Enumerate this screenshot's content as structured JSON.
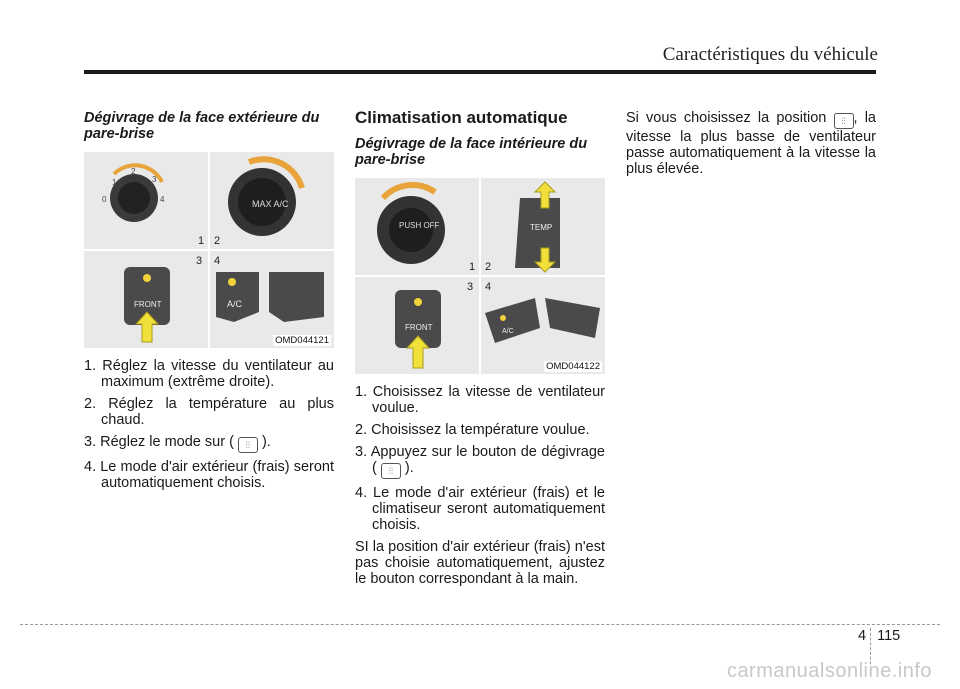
{
  "header": {
    "title": "Caractéristiques du véhicule"
  },
  "col1": {
    "subtitle": "Dégivrage de la face extérieure du pare-brise",
    "figure": {
      "code": "OMD044121",
      "labels": [
        "1",
        "2",
        "3",
        "4"
      ],
      "dial_numbers": [
        "0",
        "1",
        "2",
        "3",
        "4"
      ],
      "ac_label": "A/C",
      "max_ac": "MAX A/C",
      "front": "FRONT"
    },
    "steps": [
      "1. Réglez la vitesse du ventilateur au maximum (extrême droite).",
      "2. Réglez la température au plus chaud.",
      "3. Réglez le mode sur (",
      "4. Le mode d'air extérieur (frais) seront automatiquement choisis."
    ],
    "step3_end": ")."
  },
  "col2": {
    "title": "Climatisation automatique",
    "subtitle": "Dégivrage de la face intérieure du pare-brise",
    "figure": {
      "code": "OMD044122",
      "labels": [
        "1",
        "2",
        "3",
        "4"
      ],
      "push_off": "PUSH OFF",
      "temp": "TEMP",
      "front": "FRONT",
      "ac_label": "A/C"
    },
    "steps": [
      "1. Choisissez la vitesse de ventilateur voulue.",
      "2. Choisissez la température voulue.",
      "3. Appuyez sur le bouton de dégivrage (",
      "4. Le mode d'air extérieur (frais) et le climatiseur seront automatiquement choisis."
    ],
    "step3_end": ").",
    "paragraph": "SI la position d'air extérieur (frais) n'est pas choisie automatiquement, ajustez le bouton correspondant à la main."
  },
  "col3": {
    "text_before": "Si vous choisissez la position",
    "text_after": ", la vitesse la plus basse de ventilateur passe automatiquement à la vitesse la plus élevée."
  },
  "footer": {
    "chapter": "4",
    "page": "115"
  },
  "watermark": "carmanualsonline.info",
  "icons": [
    "defrost-icon",
    "fan-dial",
    "temperature-dial",
    "arrow-icon"
  ],
  "colors": {
    "arrow_fill": "#f2e03a",
    "rule": "#1a1a1a",
    "dashed": "#999999"
  }
}
